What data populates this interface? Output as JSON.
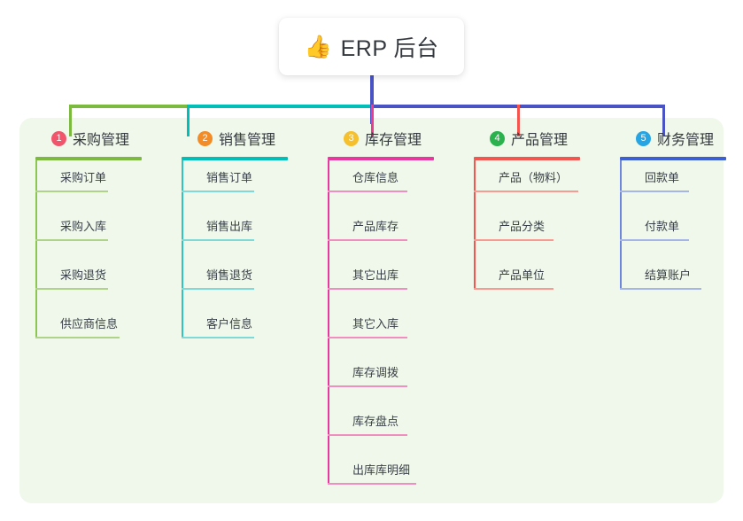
{
  "diagram": {
    "title": {
      "icon": "thumbs-up-icon",
      "emoji": "👍",
      "text": "ERP 后台"
    },
    "panel_color": "#eff8ea",
    "columns": [
      {
        "number": "1",
        "label": "采购管理",
        "badge_color": "#f2556b",
        "rule_color": "#7cb93f",
        "line_color": "#8cc552",
        "leaf_rule_color": "#aed389",
        "rule_width": 120,
        "items": [
          {
            "label": "采购订单",
            "rule_width": 82
          },
          {
            "label": "采购入库",
            "rule_width": 82
          },
          {
            "label": "采购退货",
            "rule_width": 82
          },
          {
            "label": "供应商信息",
            "rule_width": 95
          }
        ]
      },
      {
        "number": "2",
        "label": "销售管理",
        "badge_color": "#f28c28",
        "rule_color": "#00bfb8",
        "line_color": "#2fc4bd",
        "leaf_rule_color": "#7fd9d4",
        "rule_width": 120,
        "items": [
          {
            "label": "销售订单",
            "rule_width": 82
          },
          {
            "label": "销售出库",
            "rule_width": 82
          },
          {
            "label": "销售退货",
            "rule_width": 82
          },
          {
            "label": "客户信息",
            "rule_width": 82
          }
        ]
      },
      {
        "number": "3",
        "label": "库存管理",
        "badge_color": "#f5c02b",
        "rule_color": "#e8379e",
        "line_color": "#e8379e",
        "leaf_rule_color": "#f08ec0",
        "rule_width": 120,
        "items": [
          {
            "label": "仓库信息",
            "rule_width": 90
          },
          {
            "label": "产品库存",
            "rule_width": 90
          },
          {
            "label": "其它出库",
            "rule_width": 90
          },
          {
            "label": "其它入库",
            "rule_width": 90
          },
          {
            "label": "库存调拨",
            "rule_width": 90
          },
          {
            "label": "库存盘点",
            "rule_width": 90
          },
          {
            "label": "出库库明细",
            "rule_width": 100
          }
        ]
      },
      {
        "number": "4",
        "label": "产品管理",
        "badge_color": "#2bb14e",
        "rule_color": "#f4564f",
        "line_color": "#f4564f",
        "leaf_rule_color": "#f79a92",
        "rule_width": 120,
        "items": [
          {
            "label": "产品（物料）",
            "rule_width": 118
          },
          {
            "label": "产品分类",
            "rule_width": 90
          },
          {
            "label": "产品单位",
            "rule_width": 90
          }
        ]
      },
      {
        "number": "5",
        "label": "财务管理",
        "badge_color": "#26a5e4",
        "rule_color": "#3d5fd4",
        "line_color": "#6d87de",
        "leaf_rule_color": "#a5b5e8",
        "rule_width": 120,
        "items": [
          {
            "label": "回款单",
            "rule_width": 78
          },
          {
            "label": "付款单",
            "rule_width": 78
          },
          {
            "label": "结算账户",
            "rule_width": 92
          }
        ]
      }
    ]
  }
}
